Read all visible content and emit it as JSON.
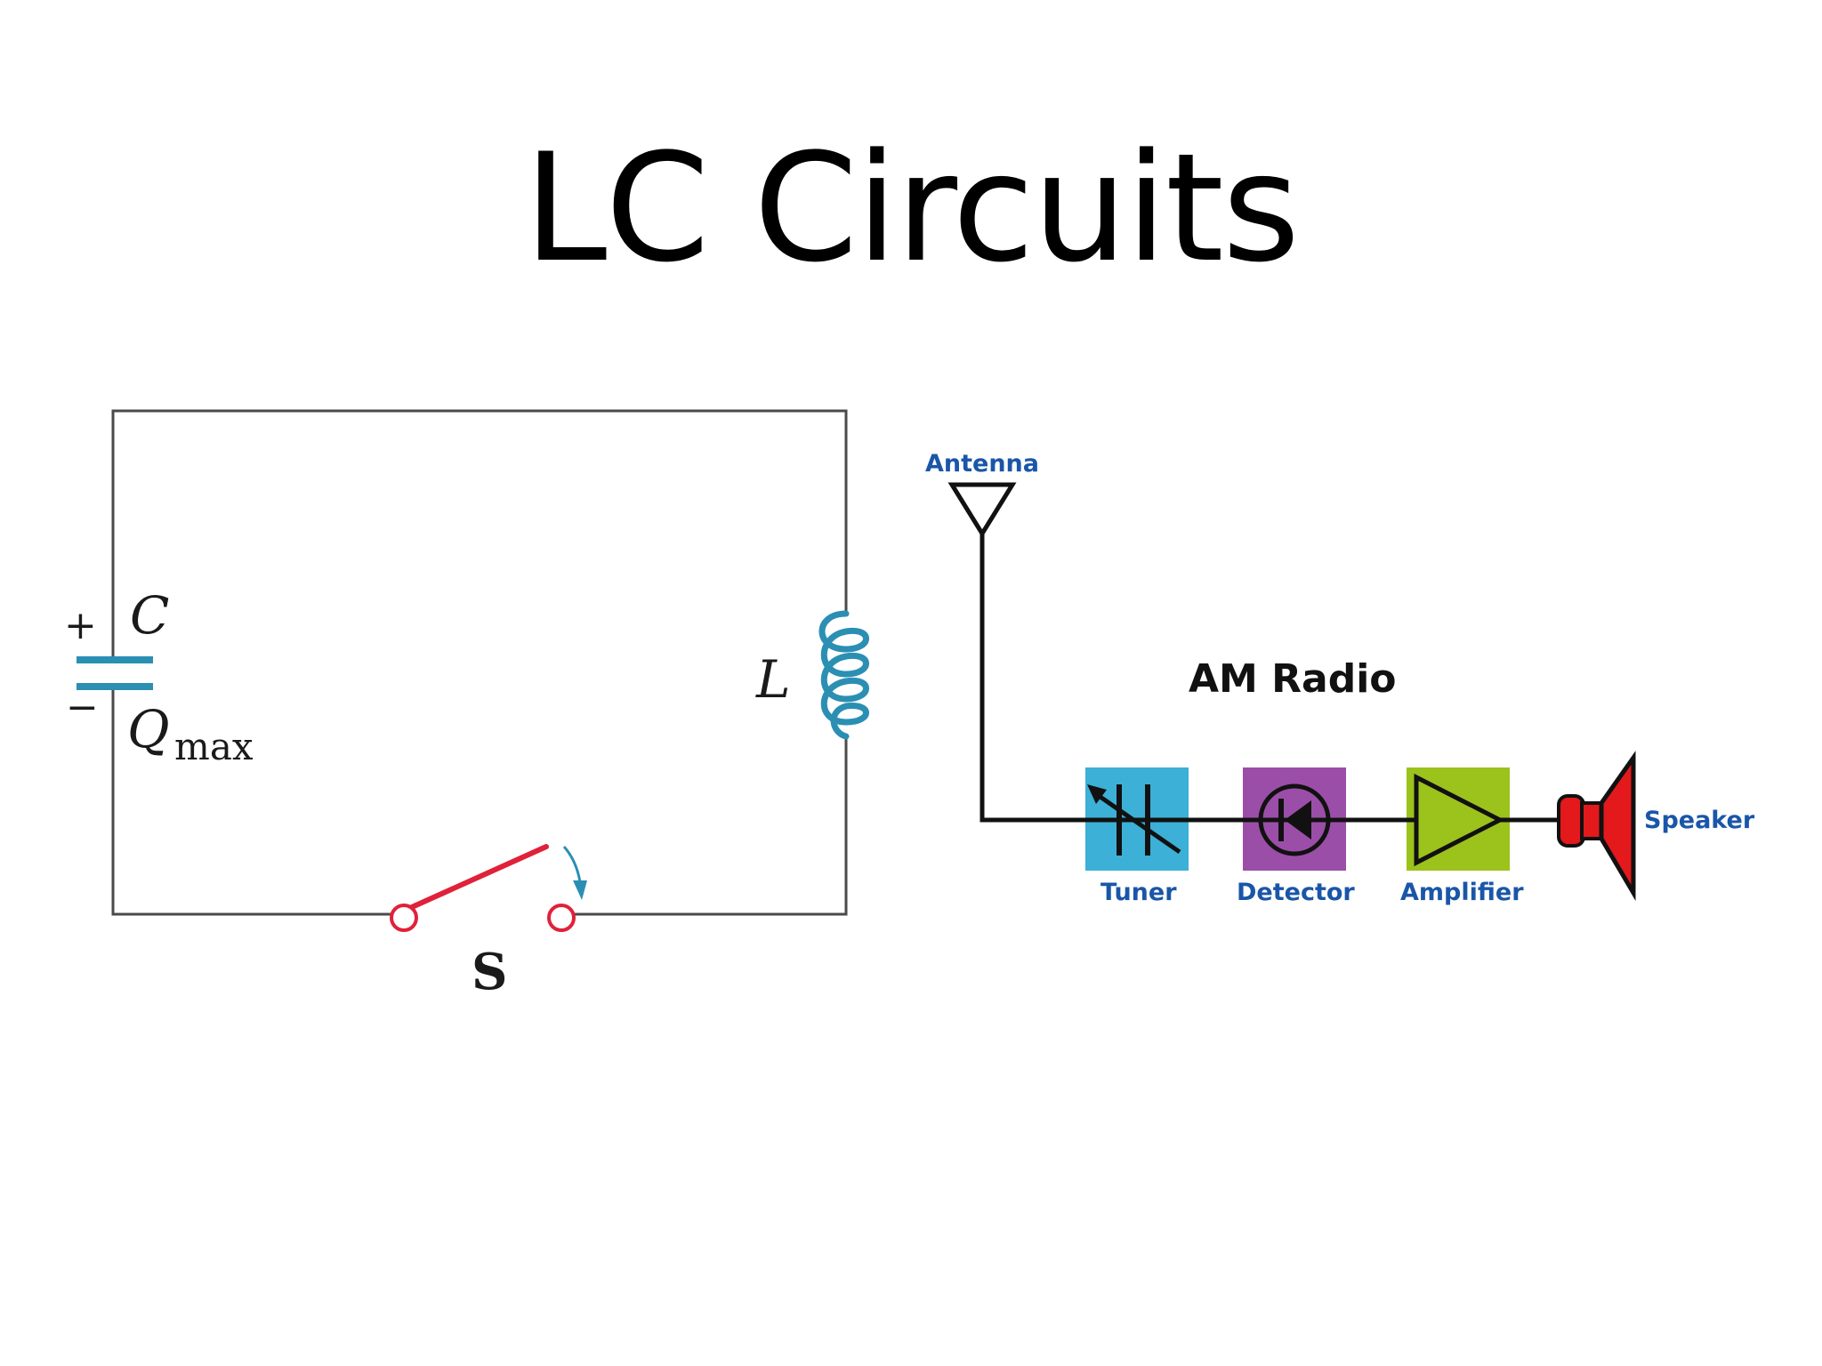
{
  "title": "LC Circuits",
  "lc_circuit": {
    "capacitor_label": "C",
    "plus_sign": "+",
    "minus_sign": "−",
    "charge_label_main": "Q",
    "charge_label_sub": "max",
    "inductor_label": "L",
    "switch_label": "S",
    "colors": {
      "wire": "#4a4a4a",
      "capacitor": "#2b8fb3",
      "inductor": "#2b8fb3",
      "switch": "#e0213a",
      "arrow": "#2b8fb3"
    }
  },
  "am_radio": {
    "title": "AM Radio",
    "antenna_label": "Antenna",
    "blocks": [
      {
        "label": "Tuner",
        "color": "#3cb0d6",
        "icon": "variable-capacitor-icon"
      },
      {
        "label": "Detector",
        "color": "#9b4ea8",
        "icon": "diode-icon"
      },
      {
        "label": "Amplifier",
        "color": "#9cc21c",
        "icon": "amplifier-triangle-icon"
      }
    ],
    "speaker_label": "Speaker",
    "speaker_color": "#e3191c"
  }
}
